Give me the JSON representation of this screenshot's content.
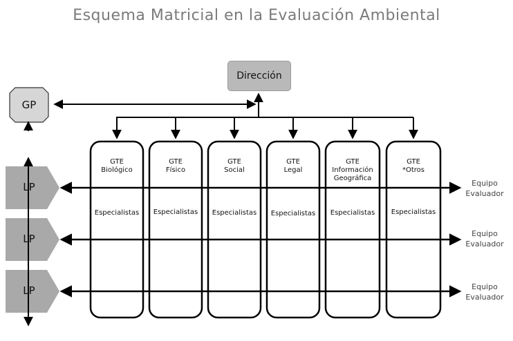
{
  "title": "Esquema Matricial en la Evaluación Ambiental",
  "direccion": "Dirección",
  "gp": "GP",
  "lp_labels": [
    "LP",
    "LP",
    "LP"
  ],
  "gte_columns": [
    {
      "head": "GTE",
      "name": "Biológico",
      "spec": "Especialistas"
    },
    {
      "head": "GTE",
      "name": "Físico",
      "spec": "Especialistas"
    },
    {
      "head": "GTE",
      "name": "Social",
      "spec": "Especialistas"
    },
    {
      "head": "GTE",
      "name": "Legal",
      "spec": "Especialistas"
    },
    {
      "head": "GTE",
      "name": "Información Geográfica",
      "spec": "Especialistas"
    },
    {
      "head": "GTE",
      "name": "*Otros",
      "spec": "Especialistas"
    }
  ],
  "equipo": [
    {
      "line1": "Equipo",
      "line2": "Evaluador"
    },
    {
      "line1": "Equipo",
      "line2": "Evaluador"
    },
    {
      "line1": "Equipo",
      "line2": "Evaluador"
    }
  ],
  "colors": {
    "title": "#7a7a7a",
    "box_fill": "#b9b9b9",
    "lp_fill": "#a9a9a9",
    "line": "#000000"
  }
}
